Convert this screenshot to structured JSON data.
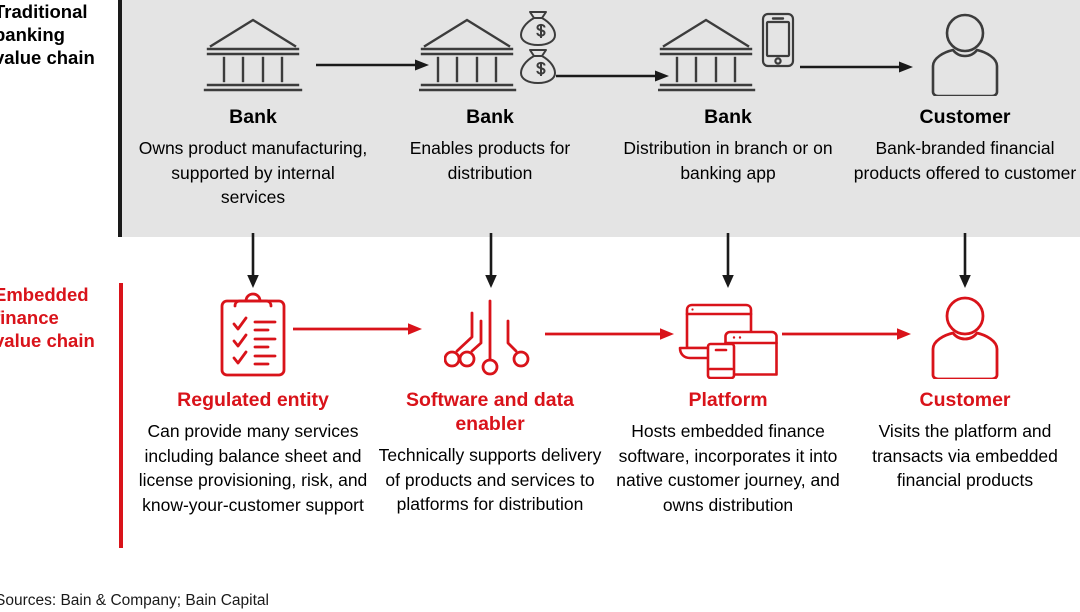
{
  "colors": {
    "red": "#d9131a",
    "black": "#1a1a1a",
    "band_gray": "#e4e4e4",
    "icon_gray": "#3c3c3c"
  },
  "rows": [
    {
      "label": "Traditional\nbanking\nvalue chain",
      "label_line1": "Traditional",
      "label_line2": "banking",
      "label_line3": "value chain",
      "stages": [
        {
          "icon": "bank-icon",
          "title": "Bank",
          "desc": "Owns product manufacturing, supported by internal services"
        },
        {
          "icon": "bank-money-bags-icon",
          "title": "Bank",
          "desc": "Enables products for distribution"
        },
        {
          "icon": "bank-smartphone-icon",
          "title": "Bank",
          "desc": "Distribution in branch or on banking app"
        },
        {
          "icon": "customer-person-icon",
          "title": "Customer",
          "desc": "Bank-branded financial products offered to customer"
        }
      ]
    },
    {
      "label": "Embedded\nfinance\nvalue chain",
      "label_line1": "Embedded",
      "label_line2": "finance",
      "label_line3": "value chain",
      "stages": [
        {
          "icon": "clipboard-checklist-icon",
          "title": "Regulated entity",
          "desc": "Can provide many services including balance sheet and license provisioning, risk, and know-your-customer support"
        },
        {
          "icon": "circuit-nodes-icon",
          "title": "Software and data enabler",
          "desc": "Technically supports delivery of products and services to platforms for distribution"
        },
        {
          "icon": "multi-device-platform-icon",
          "title": "Platform",
          "desc": "Hosts embedded finance software, incorporates it into native customer journey, and owns distribution"
        },
        {
          "icon": "customer-person-icon",
          "title": "Customer",
          "desc": "Visits the platform and transacts via embedded financial products"
        }
      ]
    }
  ],
  "arrows": {
    "horizontal_icon": "arrow-right-icon",
    "vertical_icon": "arrow-down-icon"
  },
  "footer": {
    "sources": "Sources: Bain & Company; Bain Capital"
  }
}
